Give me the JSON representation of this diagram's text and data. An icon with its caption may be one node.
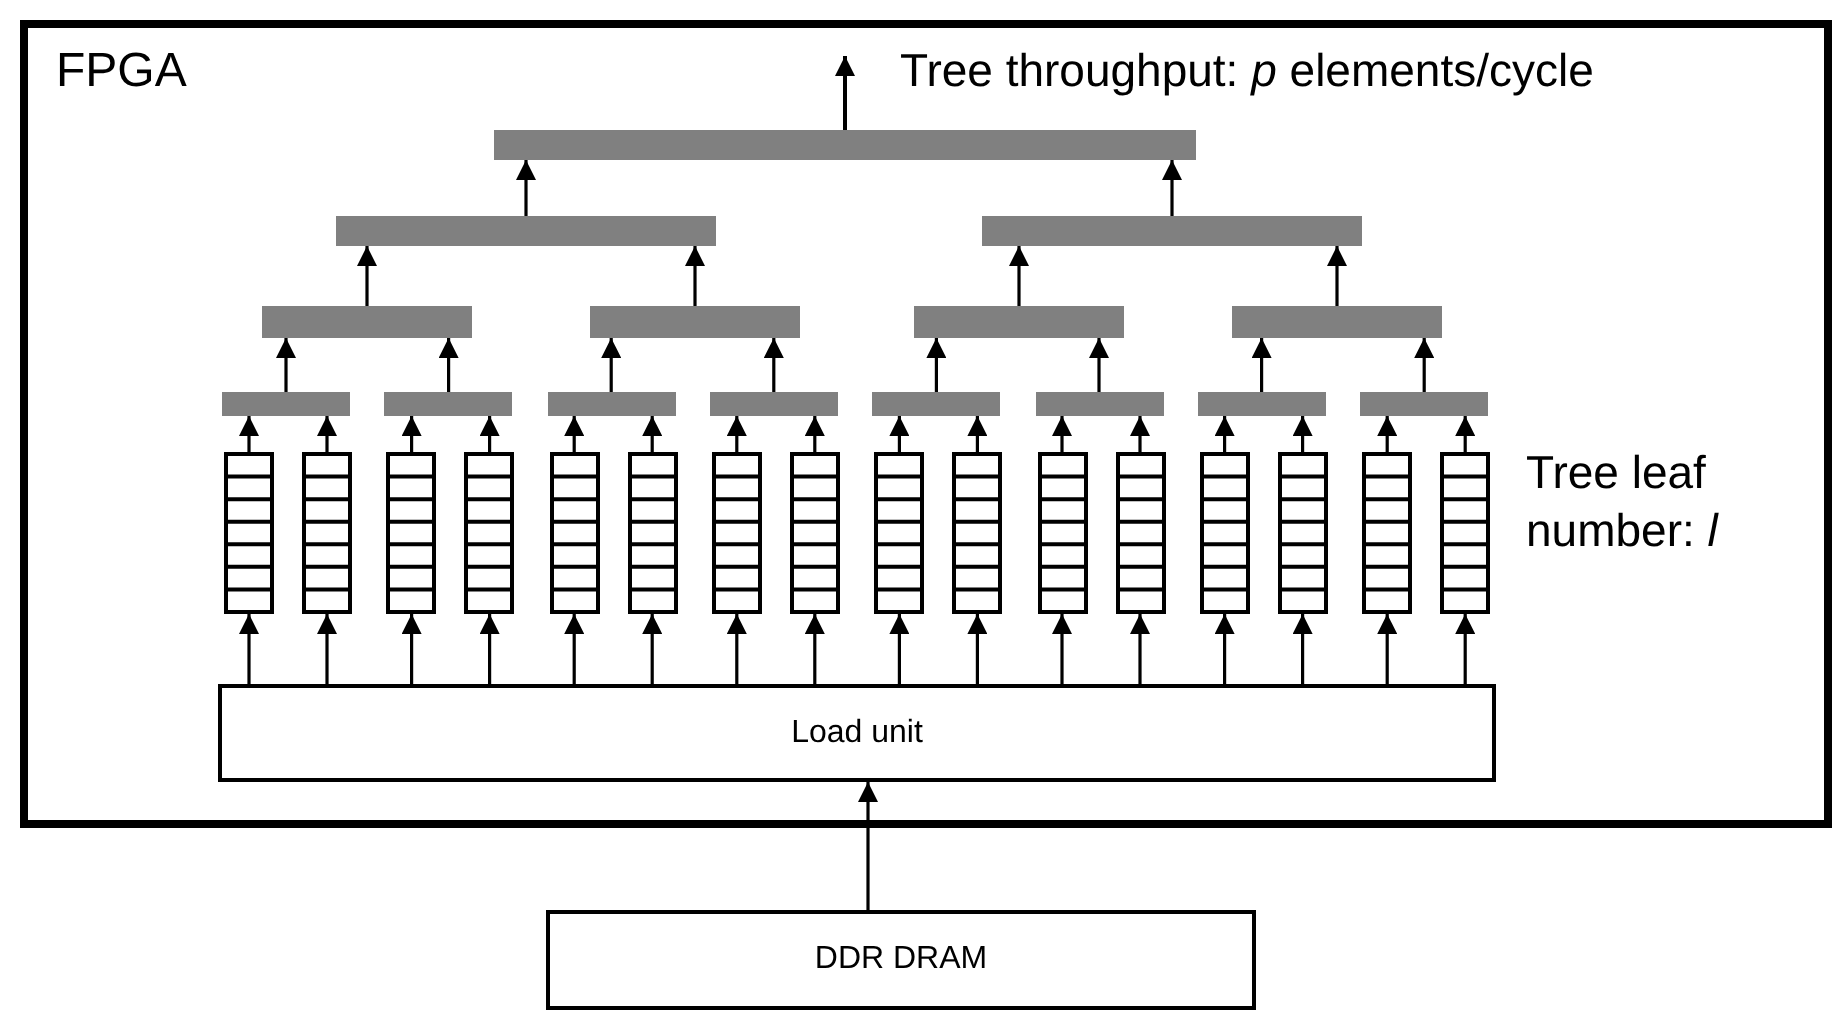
{
  "diagram": {
    "nodes": [
      {
        "text": [
          "FPGA"
        ]
      },
      {
        "text": [],
        "shape": "bar",
        "in": 0
      },
      {
        "text": [],
        "shape": "bar",
        "in": 0
      },
      {
        "text": [],
        "shape": "bar",
        "in": 0
      },
      {
        "text": [],
        "shape": "bar",
        "in": 0
      },
      {
        "text": [],
        "shape": "bar",
        "in": 0
      },
      {
        "text": [],
        "shape": "bar",
        "in": 0
      },
      {
        "text": [],
        "shape": "bar",
        "in": 0
      },
      {
        "text": [],
        "shape": "bar",
        "in": 0
      },
      {
        "text": [],
        "shape": "bar",
        "in": 0
      },
      {
        "text": [],
        "shape": "bar",
        "in": 0
      },
      {
        "text": [],
        "shape": "bar",
        "in": 0
      },
      {
        "text": [],
        "shape": "bar",
        "in": 0
      },
      {
        "text": [],
        "shape": "bar",
        "in": 0
      },
      {
        "text": [],
        "shape": "bar",
        "in": 0
      },
      {
        "text": [],
        "shape": "bar",
        "in": 0
      },
      {
        "text": [],
        "shape": "queue",
        "in": 0
      },
      {
        "text": [],
        "shape": "queue",
        "in": 0
      },
      {
        "text": [],
        "shape": "queue",
        "in": 0
      },
      {
        "text": [],
        "shape": "queue",
        "in": 0
      },
      {
        "text": [],
        "shape": "queue",
        "in": 0
      },
      {
        "text": [],
        "shape": "queue",
        "in": 0
      },
      {
        "text": [],
        "shape": "queue",
        "in": 0
      },
      {
        "text": [],
        "shape": "queue",
        "in": 0
      },
      {
        "text": [],
        "shape": "queue",
        "in": 0
      },
      {
        "text": [],
        "shape": "queue",
        "in": 0
      },
      {
        "text": [],
        "shape": "queue",
        "in": 0
      },
      {
        "text": [],
        "shape": "queue",
        "in": 0
      },
      {
        "text": [],
        "shape": "queue",
        "in": 0
      },
      {
        "text": [],
        "shape": "queue",
        "in": 0
      },
      {
        "text": [],
        "shape": "queue",
        "in": 0
      },
      {
        "text": [],
        "shape": "queue",
        "in": 0
      },
      {
        "text": [
          "Load unit"
        ],
        "in": 0
      },
      {
        "text": [
          "DDR DRAM"
        ]
      }
    ],
    "edges": [
      {
        "from": 1,
        "to": null,
        "arrow": "to"
      },
      {
        "from": 2,
        "to": 1,
        "arrow": "to"
      },
      {
        "from": 3,
        "to": 1,
        "arrow": "to"
      },
      {
        "from": 4,
        "to": 2,
        "arrow": "to"
      },
      {
        "from": 5,
        "to": 2,
        "arrow": "to"
      },
      {
        "from": 6,
        "to": 3,
        "arrow": "to"
      },
      {
        "from": 7,
        "to": 3,
        "arrow": "to"
      },
      {
        "from": 8,
        "to": 4,
        "arrow": "to"
      },
      {
        "from": 9,
        "to": 4,
        "arrow": "to"
      },
      {
        "from": 10,
        "to": 5,
        "arrow": "to"
      },
      {
        "from": 11,
        "to": 5,
        "arrow": "to"
      },
      {
        "from": 12,
        "to": 6,
        "arrow": "to"
      },
      {
        "from": 13,
        "to": 6,
        "arrow": "to"
      },
      {
        "from": 14,
        "to": 7,
        "arrow": "to"
      },
      {
        "from": 15,
        "to": 7,
        "arrow": "to"
      },
      {
        "from": 16,
        "to": 8,
        "arrow": "to"
      },
      {
        "from": 17,
        "to": 8,
        "arrow": "to"
      },
      {
        "from": 18,
        "to": 9,
        "arrow": "to"
      },
      {
        "from": 19,
        "to": 9,
        "arrow": "to"
      },
      {
        "from": 20,
        "to": 10,
        "arrow": "to"
      },
      {
        "from": 21,
        "to": 10,
        "arrow": "to"
      },
      {
        "from": 22,
        "to": 11,
        "arrow": "to"
      },
      {
        "from": 23,
        "to": 11,
        "arrow": "to"
      },
      {
        "from": 24,
        "to": 12,
        "arrow": "to"
      },
      {
        "from": 25,
        "to": 12,
        "arrow": "to"
      },
      {
        "from": 26,
        "to": 13,
        "arrow": "to"
      },
      {
        "from": 27,
        "to": 13,
        "arrow": "to"
      },
      {
        "from": 28,
        "to": 14,
        "arrow": "to"
      },
      {
        "from": 29,
        "to": 14,
        "arrow": "to"
      },
      {
        "from": 30,
        "to": 15,
        "arrow": "to"
      },
      {
        "from": 31,
        "to": 15,
        "arrow": "to"
      },
      {
        "from": 32,
        "to": 16,
        "arrow": "to"
      },
      {
        "from": 32,
        "to": 17,
        "arrow": "to"
      },
      {
        "from": 32,
        "to": 18,
        "arrow": "to"
      },
      {
        "from": 32,
        "to": 19,
        "arrow": "to"
      },
      {
        "from": 32,
        "to": 20,
        "arrow": "to"
      },
      {
        "from": 32,
        "to": 21,
        "arrow": "to"
      },
      {
        "from": 32,
        "to": 22,
        "arrow": "to"
      },
      {
        "from": 32,
        "to": 23,
        "arrow": "to"
      },
      {
        "from": 32,
        "to": 24,
        "arrow": "to"
      },
      {
        "from": 32,
        "to": 25,
        "arrow": "to"
      },
      {
        "from": 32,
        "to": 26,
        "arrow": "to"
      },
      {
        "from": 32,
        "to": 27,
        "arrow": "to"
      },
      {
        "from": 32,
        "to": 28,
        "arrow": "to"
      },
      {
        "from": 32,
        "to": 29,
        "arrow": "to"
      },
      {
        "from": 32,
        "to": 30,
        "arrow": "to"
      },
      {
        "from": 32,
        "to": 31,
        "arrow": "to"
      },
      {
        "from": 33,
        "to": 32,
        "arrow": "to"
      }
    ],
    "labels": [
      "Tree throughput: *p* elements/cycle",
      "Tree leaf number: *l*"
    ]
  }
}
